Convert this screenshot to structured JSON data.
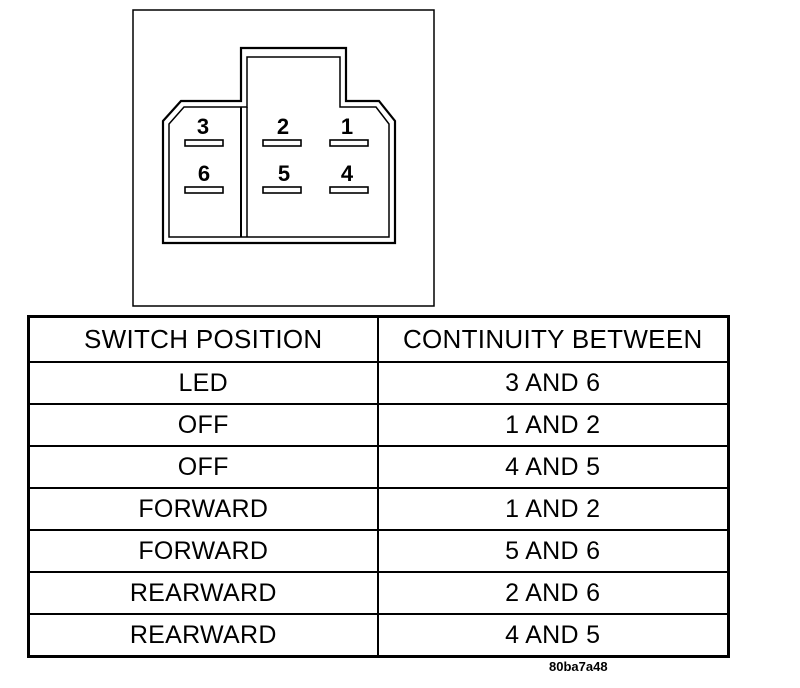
{
  "connector": {
    "pins": [
      {
        "label": "3"
      },
      {
        "label": "2"
      },
      {
        "label": "1"
      },
      {
        "label": "6"
      },
      {
        "label": "5"
      },
      {
        "label": "4"
      }
    ]
  },
  "table": {
    "headers": [
      "SWITCH POSITION",
      "CONTINUITY BETWEEN"
    ],
    "rows": [
      [
        "LED",
        "3 AND 6"
      ],
      [
        "OFF",
        "1 AND 2"
      ],
      [
        "OFF",
        "4 AND 5"
      ],
      [
        "FORWARD",
        "1 AND 2"
      ],
      [
        "FORWARD",
        "5 AND 6"
      ],
      [
        "REARWARD",
        "2 AND 6"
      ],
      [
        "REARWARD",
        "4 AND 5"
      ]
    ]
  },
  "figure_id": "80ba7a48"
}
